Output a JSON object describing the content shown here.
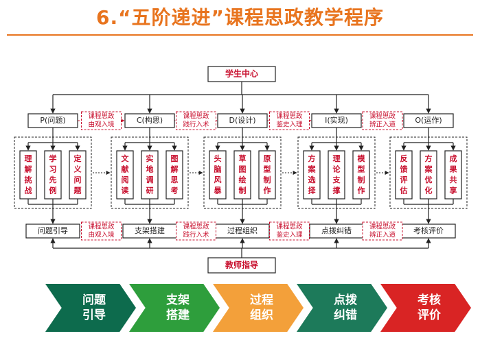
{
  "title": "6.“五阶递进”课程思政教学程序",
  "diagram": {
    "center_top": "学生中心",
    "center_bottom": "教师指导",
    "stages": [
      {
        "label": "P(问题)",
        "subs": [
          "理解挑战",
          "学习先例",
          "定义问题"
        ],
        "bottom": "问题引导"
      },
      {
        "label": "C(构思)",
        "subs": [
          "文献阅读",
          "实地调研",
          "图解思考"
        ],
        "bottom": "支架搭建"
      },
      {
        "label": "D(设计)",
        "subs": [
          "头脑风暴",
          "草图绘制",
          "原型制作"
        ],
        "bottom": "过程组织"
      },
      {
        "label": "I(实现)",
        "subs": [
          "方案选择",
          "理论支撑",
          "模型制作"
        ],
        "bottom": "点拨纠错"
      },
      {
        "label": "O(运作)",
        "subs": [
          "反馈评估",
          "方案优化",
          "成果共享"
        ],
        "bottom": "考核评价"
      }
    ],
    "connectors": [
      [
        "课程思政",
        "由观入境"
      ],
      [
        "课程思政",
        "践行入术"
      ],
      [
        "课程思政",
        "鉴史入理"
      ],
      [
        "课程思政",
        "辨正入道"
      ]
    ]
  },
  "phases": [
    {
      "line1": "问题",
      "line2": "引导",
      "color": "#0d6b4d"
    },
    {
      "line1": "支架",
      "line2": "搭建",
      "color": "#2e9e3c"
    },
    {
      "line1": "过程",
      "line2": "组织",
      "color": "#f3a03a"
    },
    {
      "line1": "点拨",
      "line2": "纠错",
      "color": "#1d7a5a"
    },
    {
      "line1": "考核",
      "line2": "评价",
      "color": "#d92424"
    }
  ],
  "colors": {
    "accent": "#e8741e",
    "red": "#c8102e",
    "dark": "#222222"
  }
}
